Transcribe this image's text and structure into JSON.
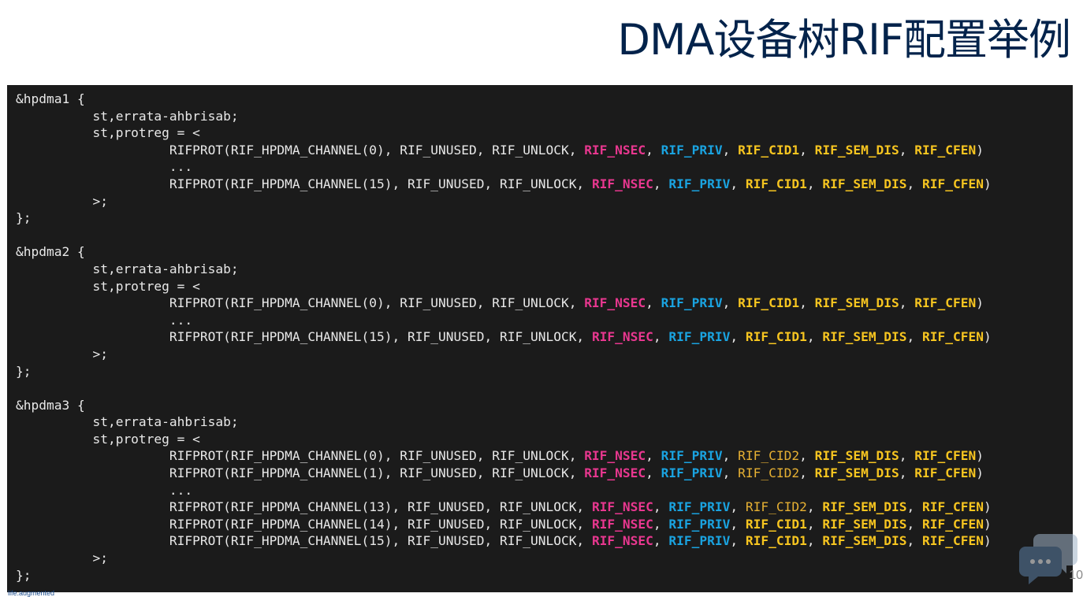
{
  "page": {
    "title": "DMA设备树RIF配置举例",
    "page_number": "10",
    "footer_note": "life.augmented"
  },
  "colors": {
    "title": "#03234b",
    "code_background": "#1b1b1b",
    "code_text": "#e8e8e8",
    "rif_nsec": "#e8378f",
    "rif_priv": "#1aa3e0",
    "rif_cid_sem_cfen": "#f7c520"
  },
  "icons": [
    "chat-bubble-icon"
  ],
  "code": {
    "lines": [
      "&hpdma1 {",
      "          st,errata-ahbrisab;",
      "          st,protreg = <",
      "                    RIFPROT(RIF_HPDMA_CHANNEL(0), RIF_UNUSED, RIF_UNLOCK, RIF_NSEC, RIF_PRIV, RIF_CID1, RIF_SEM_DIS, RIF_CFEN)",
      "                    ...",
      "                    RIFPROT(RIF_HPDMA_CHANNEL(15), RIF_UNUSED, RIF_UNLOCK, RIF_NSEC, RIF_PRIV, RIF_CID1, RIF_SEM_DIS, RIF_CFEN)",
      "          >;",
      "};",
      "",
      "&hpdma2 {",
      "          st,errata-ahbrisab;",
      "          st,protreg = <",
      "                    RIFPROT(RIF_HPDMA_CHANNEL(0), RIF_UNUSED, RIF_UNLOCK, RIF_NSEC, RIF_PRIV, RIF_CID1, RIF_SEM_DIS, RIF_CFEN)",
      "                    ...",
      "                    RIFPROT(RIF_HPDMA_CHANNEL(15), RIF_UNUSED, RIF_UNLOCK, RIF_NSEC, RIF_PRIV, RIF_CID1, RIF_SEM_DIS, RIF_CFEN)",
      "          >;",
      "};",
      "",
      "&hpdma3 {",
      "          st,errata-ahbrisab;",
      "          st,protreg = <",
      "                    RIFPROT(RIF_HPDMA_CHANNEL(0), RIF_UNUSED, RIF_UNLOCK, RIF_NSEC, RIF_PRIV, RIF_CID2, RIF_SEM_DIS, RIF_CFEN)",
      "                    RIFPROT(RIF_HPDMA_CHANNEL(1), RIF_UNUSED, RIF_UNLOCK, RIF_NSEC, RIF_PRIV, RIF_CID2, RIF_SEM_DIS, RIF_CFEN)",
      "                    ...",
      "                    RIFPROT(RIF_HPDMA_CHANNEL(13), RIF_UNUSED, RIF_UNLOCK, RIF_NSEC, RIF_PRIV, RIF_CID2, RIF_SEM_DIS, RIF_CFEN)",
      "                    RIFPROT(RIF_HPDMA_CHANNEL(14), RIF_UNUSED, RIF_UNLOCK, RIF_NSEC, RIF_PRIV, RIF_CID1, RIF_SEM_DIS, RIF_CFEN)",
      "                    RIFPROT(RIF_HPDMA_CHANNEL(15), RIF_UNUSED, RIF_UNLOCK, RIF_NSEC, RIF_PRIV, RIF_CID1, RIF_SEM_DIS, RIF_CFEN)",
      "          >;",
      "};"
    ]
  }
}
